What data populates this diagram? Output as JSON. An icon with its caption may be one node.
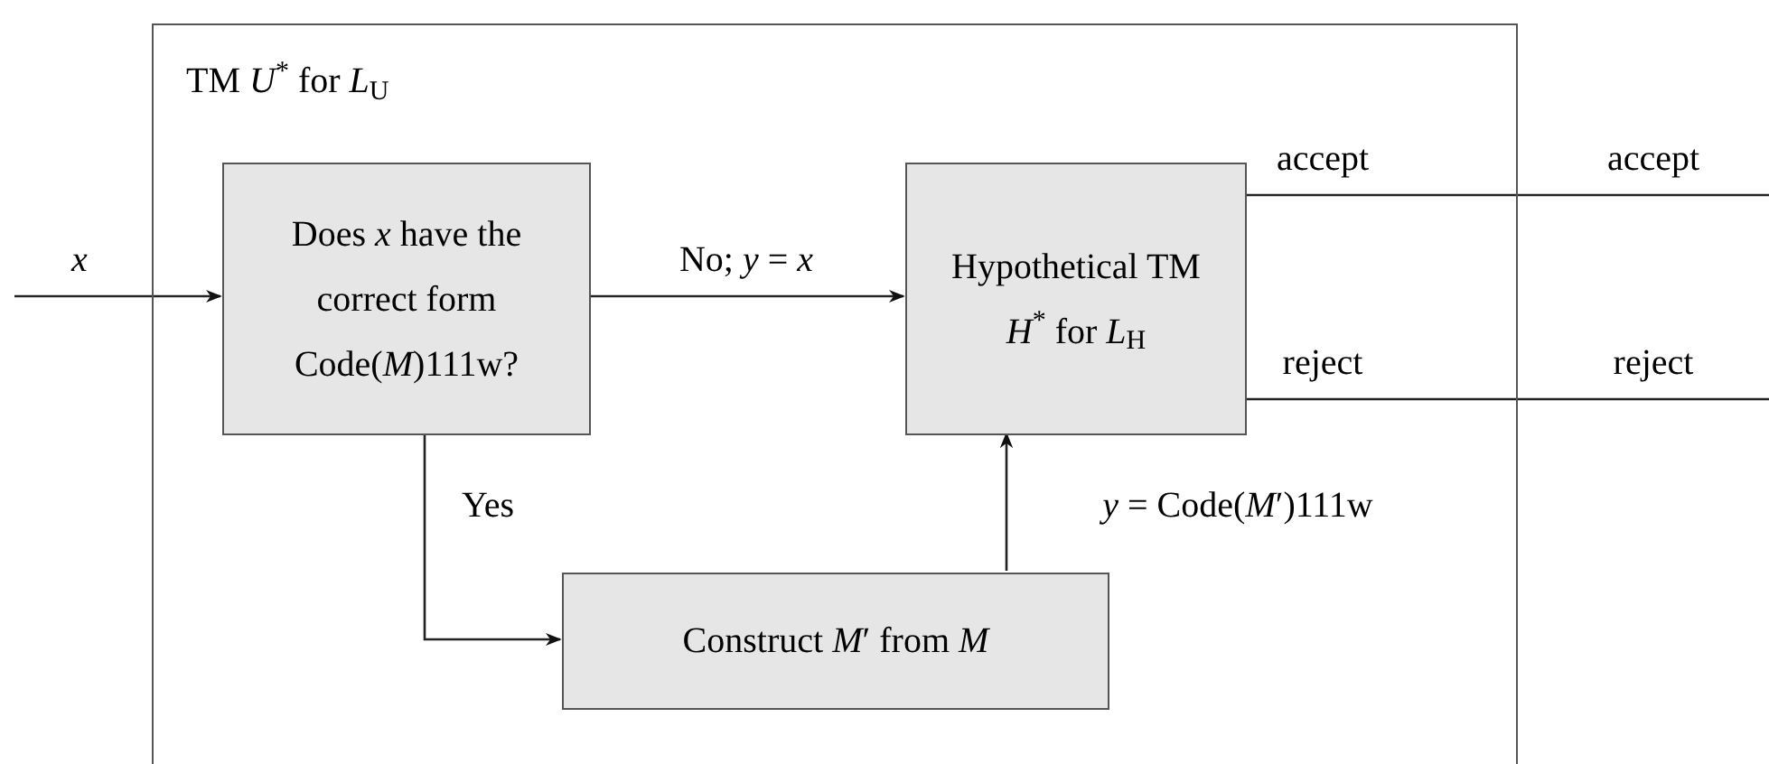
{
  "diagram": {
    "nodes": [
      {
        "text": [
          "TM *U*$^{*}$ for *L*$_{U}$"
        ]
      },
      {
        "text": [
          "Does *x* have the correct form Code(*M*)111w?"
        ],
        "in": 0
      },
      {
        "text": [
          "Hypothetical TM *H*$^{*}$ for *L*$_{H}$"
        ],
        "in": 0
      },
      {
        "text": [
          "Construct *M*′ from *M*"
        ],
        "in": 0
      }
    ],
    "edges": [
      {
        "from": null,
        "to": 1,
        "arrow": "to",
        "label": "*x*"
      },
      {
        "from": 1,
        "to": 2,
        "arrow": "to",
        "label": "No; *y* = *x*"
      },
      {
        "from": 1,
        "to": 3,
        "arrow": "to",
        "label": "Yes"
      },
      {
        "from": 3,
        "to": 2,
        "arrow": "to",
        "label": "*y* = Code(*M*′)111w"
      },
      {
        "from": 2,
        "to": null,
        "arrow": "none",
        "label": "accept"
      },
      {
        "from": 2,
        "to": null,
        "arrow": "none",
        "label": "reject"
      }
    ],
    "labels": [
      "accept",
      "reject"
    ]
  }
}
